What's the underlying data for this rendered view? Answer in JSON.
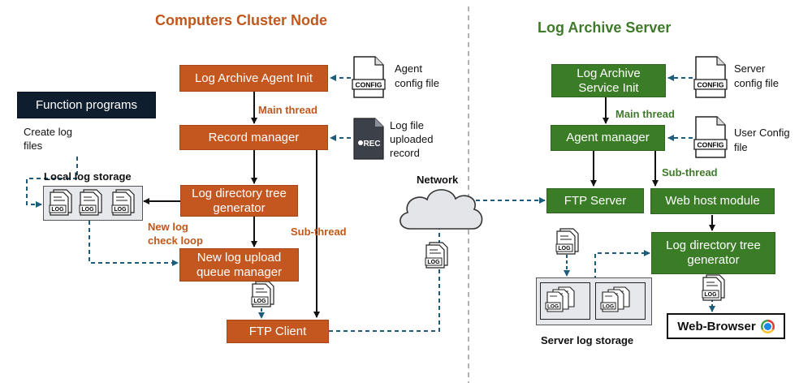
{
  "titles": {
    "cluster": "Computers Cluster Node",
    "server": "Log Archive Server"
  },
  "cluster": {
    "agent_init": "Log Archive Agent Init",
    "record_manager": "Record manager",
    "log_tree_generator": "Log directory tree generator",
    "upload_queue": "New log upload queue manager",
    "ftp_client": "FTP Client",
    "function_programs": "Function programs",
    "create_log_files": "Create log files",
    "local_log_storage": "Local log storage",
    "main_thread": "Main thread",
    "sub_thread": "Sub-thread",
    "new_log_check_loop": "New log check loop",
    "agent_config": "Agent config file",
    "log_uploaded_record": "Log file uploaded record"
  },
  "network": "Network",
  "server": {
    "service_init": "Log Archive Service Init",
    "agent_manager": "Agent manager",
    "ftp_server": "FTP Server",
    "web_host": "Web host module",
    "log_tree_generator": "Log directory tree generator",
    "web_browser": "Web-Browser",
    "server_log_storage": "Server log storage",
    "main_thread": "Main thread",
    "sub_thread": "Sub-thread",
    "server_config": "Server config file",
    "user_config": "User Config file"
  },
  "icons": {
    "config": "CONFIG",
    "rec": "REC",
    "log": "LOG"
  },
  "colors": {
    "orange": "#c4561f",
    "green": "#3b7d27",
    "dark": "#0f1e2f",
    "dashed": "#1f5b7a"
  }
}
